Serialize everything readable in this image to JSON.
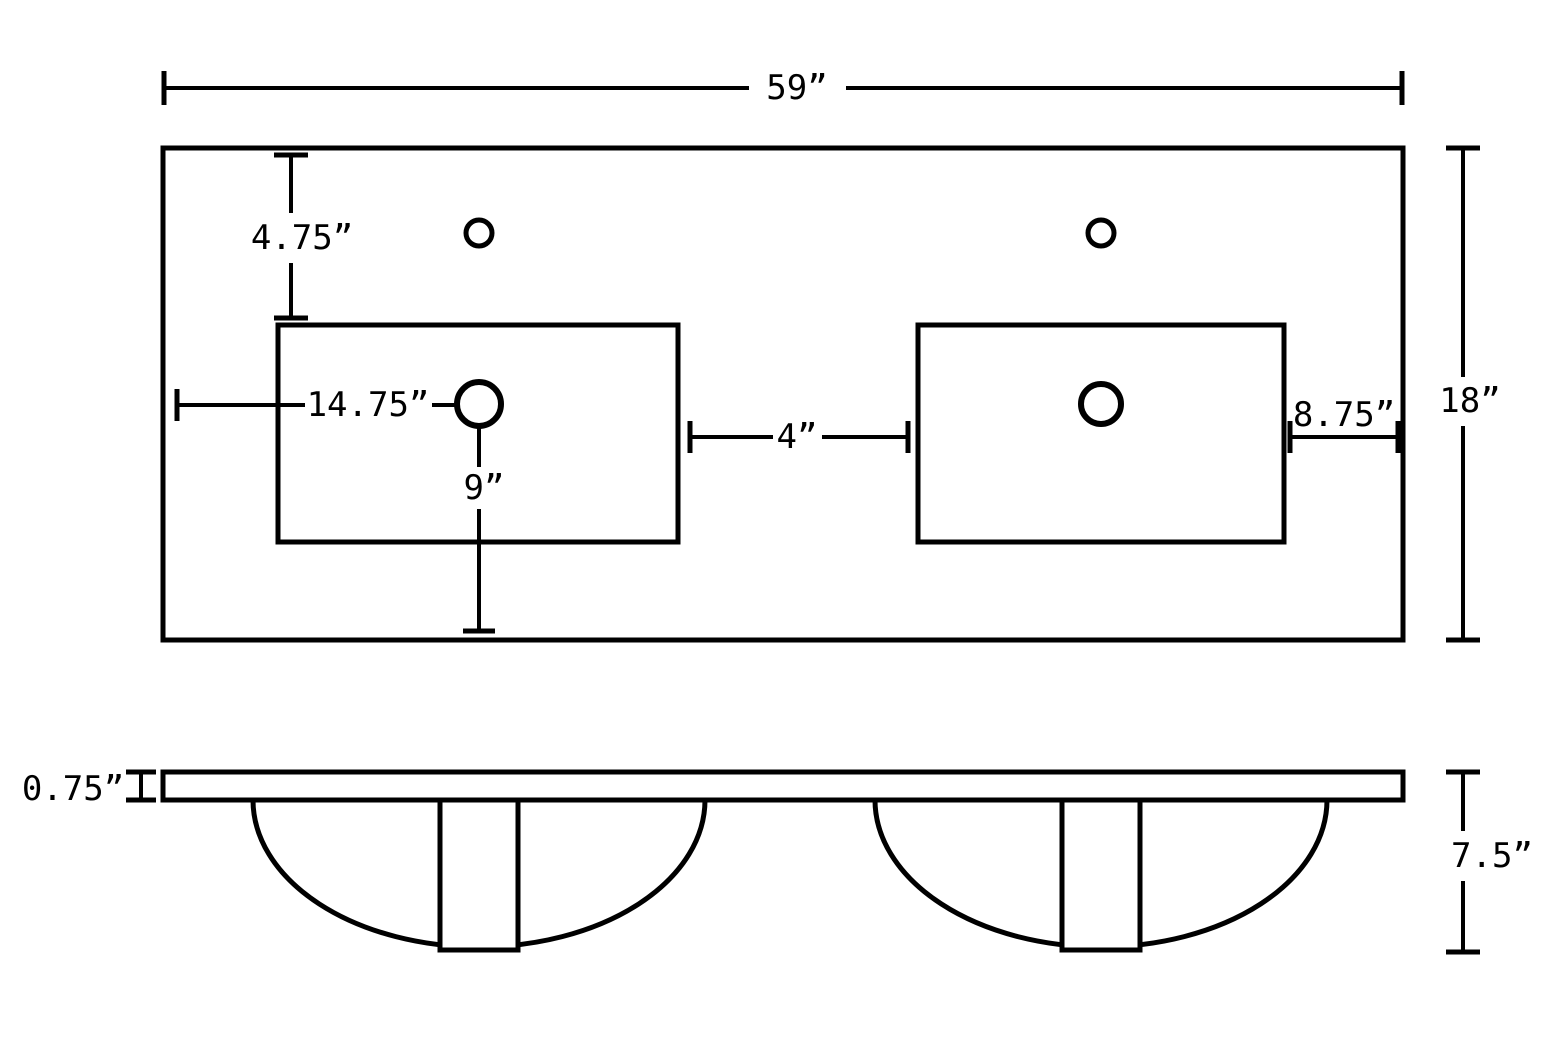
{
  "colors": {
    "line": "#000000",
    "background": "#ffffff"
  },
  "top_view": {
    "dimensions": {
      "overall_width": "59”",
      "overall_depth": "18”",
      "faucet_offset": "4.75”",
      "drain_from_left": "14.75”",
      "drain_to_front": "9”",
      "basin_gap": "4”",
      "basin_to_edge": "8.75”"
    }
  },
  "front_view": {
    "dimensions": {
      "counter_thickness": "0.75”",
      "overall_height": "7.5”"
    }
  }
}
